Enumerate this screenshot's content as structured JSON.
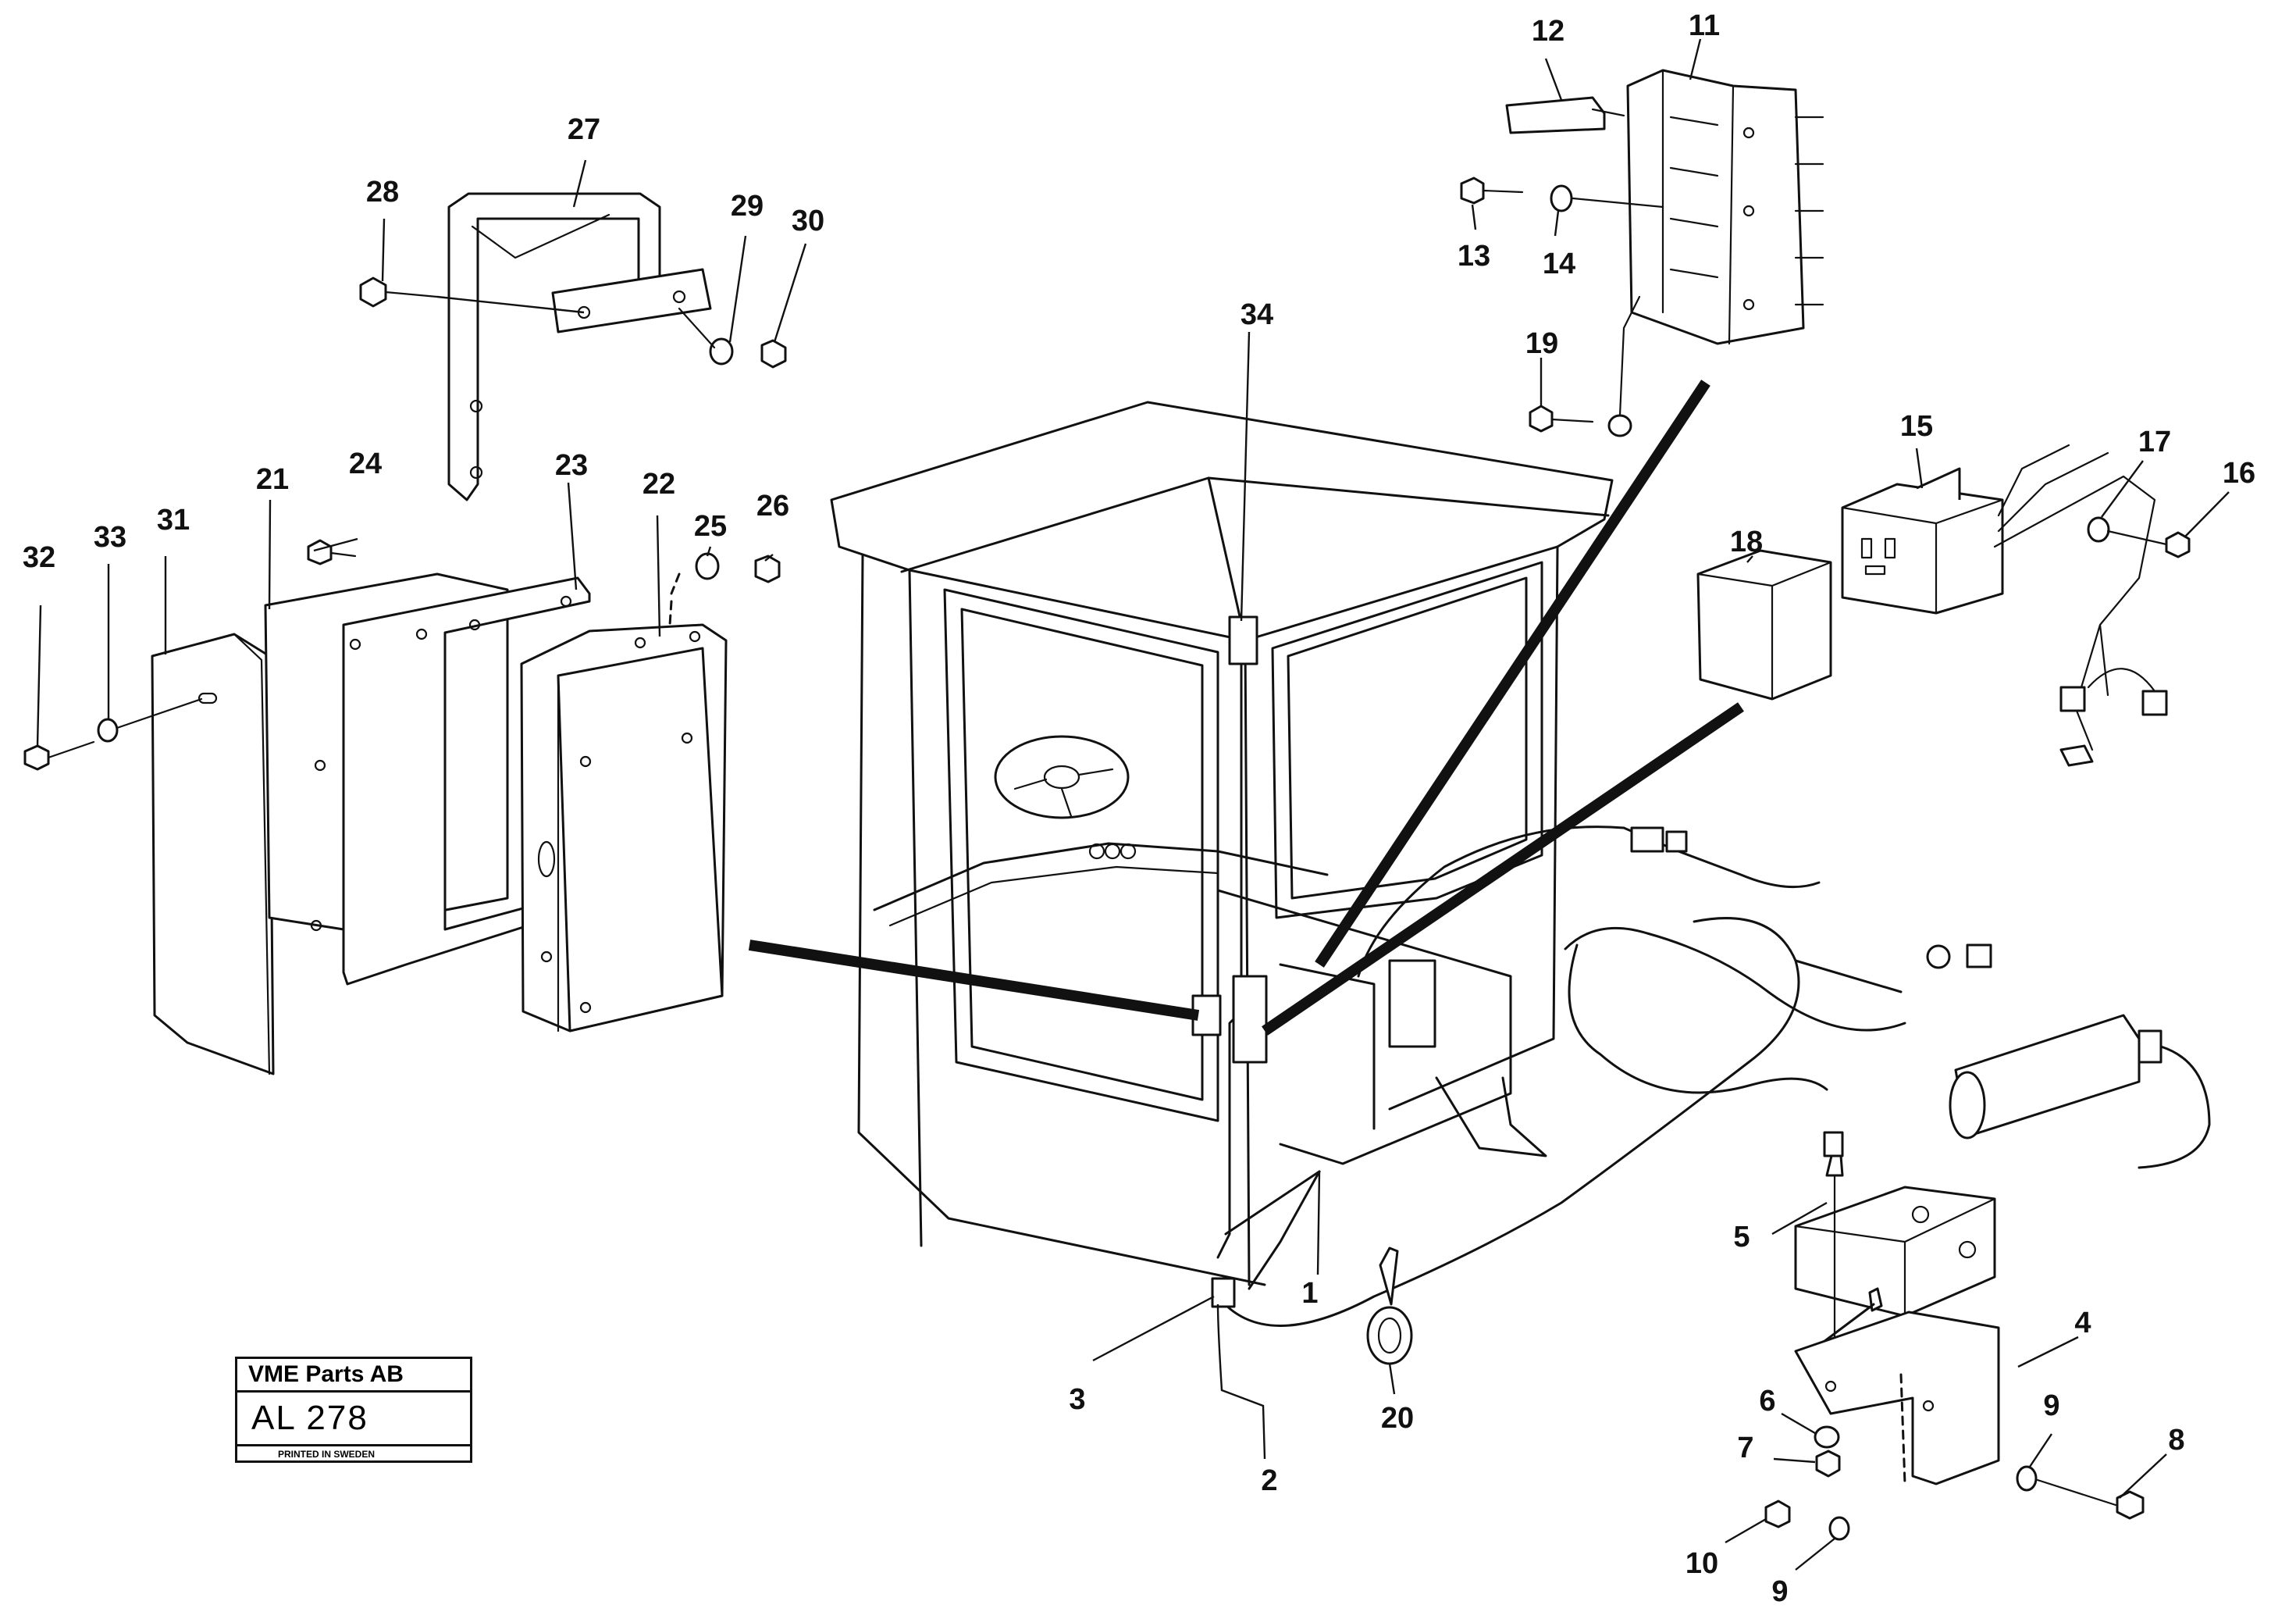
{
  "stamp": {
    "company": "VME Parts AB",
    "code": "AL 278",
    "printed": "PRINTED IN SWEDEN"
  },
  "callouts": {
    "n1": "1",
    "n2": "2",
    "n3": "3",
    "n4": "4",
    "n5": "5",
    "n6": "6",
    "n7": "7",
    "n8": "8",
    "n9a": "9",
    "n9b": "9",
    "n10": "10",
    "n11": "11",
    "n12": "12",
    "n13": "13",
    "n14": "14",
    "n15": "15",
    "n16": "16",
    "n17": "17",
    "n18": "18",
    "n19": "19",
    "n20": "20",
    "n21": "21",
    "n22": "22",
    "n23": "23",
    "n24": "24",
    "n25": "25",
    "n26": "26",
    "n27": "27",
    "n28": "28",
    "n29": "29",
    "n30": "30",
    "n31": "31",
    "n32": "32",
    "n33": "33",
    "n34": "34"
  }
}
